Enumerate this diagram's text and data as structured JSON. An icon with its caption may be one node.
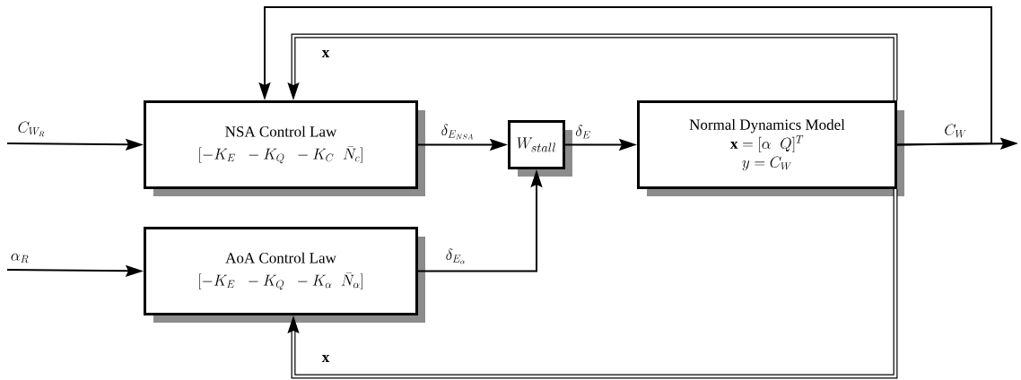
{
  "diagram": {
    "nodes": [
      {
        "text": [
          "NSA Control Law",
          "[-K_E \\;\\; -K_Q \\;\\; -K_C \\;\\; \\bar{N}_c]"
        ]
      },
      {
        "text": [
          "AoA Control Law",
          "[-K_E \\;\\; -K_Q \\;\\; -K_\\alpha \\;\\; \\bar{N}_\\alpha]"
        ]
      },
      {
        "text": [
          "W_{stall}"
        ]
      },
      {
        "text": [
          "Normal Dynamics Model",
          "\\mathbf{x} = [\\alpha \\;\\; Q]^T",
          "y = C_W"
        ]
      }
    ],
    "edges": [
      {
        "from": null,
        "to": 0,
        "arrow": "to",
        "label": "C_{W_R}"
      },
      {
        "from": null,
        "to": 1,
        "arrow": "to",
        "label": "\\alpha_R"
      },
      {
        "from": 0,
        "to": 2,
        "arrow": "to",
        "label": "\\delta_{E_{NSA}}"
      },
      {
        "from": 1,
        "to": 2,
        "arrow": "to",
        "label": "\\delta_{E_\\alpha}"
      },
      {
        "from": 2,
        "to": 3,
        "arrow": "to",
        "label": "\\delta_E"
      },
      {
        "from": 3,
        "to": null,
        "arrow": "to",
        "label": "C_W"
      },
      {
        "from": 3,
        "to": 0,
        "arrow": "to"
      },
      {
        "from": 3,
        "to": 0,
        "arrow": "to",
        "label": "\\mathbf{x}",
        "style": "thick"
      },
      {
        "from": 3,
        "to": 1,
        "arrow": "to",
        "label": "\\mathbf{x}",
        "style": "thick"
      }
    ]
  }
}
